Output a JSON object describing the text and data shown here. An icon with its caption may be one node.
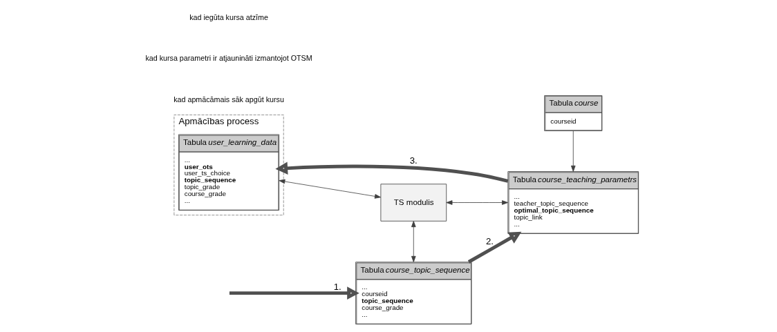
{
  "diagram": {
    "nodes": [
      {
        "text": [
          "Apmācības process"
        ]
      },
      {
        "text": [
          "Tabula *user_learning_data*",
          "...",
          "**user_ots**",
          "user_ts_choice",
          "**topic_sequence**",
          "topic_grade",
          "course_grade",
          "..."
        ],
        "in": 0
      },
      {
        "text": [
          "TS modulis"
        ]
      },
      {
        "text": [
          "Tabula *course_teaching_parametrs*",
          "...",
          "teacher_topic_sequence",
          "**optimal_topic_sequence**",
          "topic_link",
          "..."
        ]
      },
      {
        "text": [
          "Tabula *course*",
          "courseid"
        ]
      },
      {
        "text": [
          "Tabula *course_topic_sequence*",
          "...",
          "courseid",
          "**topic_sequence**",
          "course_grade",
          "..."
        ]
      }
    ],
    "edges": [
      {
        "from": 1,
        "to": 2,
        "arrow": "both"
      },
      {
        "from": 2,
        "to": 3,
        "arrow": "both"
      },
      {
        "from": 4,
        "to": 3,
        "arrow": "to"
      },
      {
        "from": 2,
        "to": 5,
        "arrow": "both"
      },
      {
        "from": 3,
        "to": 1,
        "arrow": "to",
        "label": "3.",
        "style": "thick"
      },
      {
        "from": 5,
        "to": 3,
        "arrow": "to",
        "label": "2.",
        "style": "thick"
      },
      {
        "from": null,
        "to": 5,
        "arrow": "to",
        "label": "1.",
        "style": "thick"
      }
    ],
    "labels": [
      "kad apmācāmais sāk apgūt kursu",
      "kad kursa parametri ir atjaunināti izmantojot OTSM",
      "kad iegūta kursa atzīme"
    ]
  }
}
